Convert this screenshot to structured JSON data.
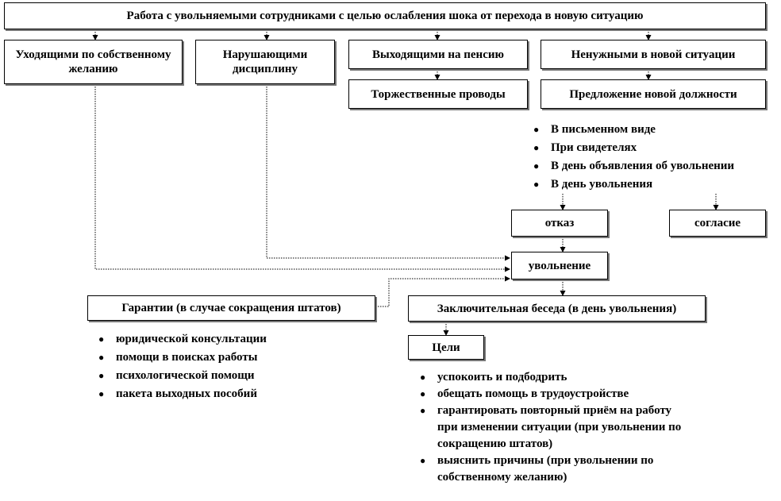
{
  "title": "Работа с увольняемыми сотрудниками с целью ослабления шока от перехода в новую ситуацию",
  "categories": {
    "voluntary": "Уходящими по собственному желанию",
    "violators": "Нарушающими дисциплину",
    "retiring": "Выходящими на пенсию",
    "unneeded": "Ненужными в новой ситуации"
  },
  "retiring_action": "Торжественные проводы",
  "unneeded_action": "Предложение новой должности",
  "offer_conditions": [
    "В письменном виде",
    "При свидетелях",
    "В день объявления об увольнении",
    "В день увольнения"
  ],
  "refusal": "отказ",
  "consent": "согласие",
  "dismissal": "увольнение",
  "guarantees": {
    "title": "Гарантии (в случае сокращения штатов)",
    "items": [
      "юридической консультации",
      "помощи в поисках работы",
      "психологической помощи",
      "пакета выходных пособий"
    ]
  },
  "final_talk": "Заключительная беседа (в день увольнения)",
  "goals": {
    "title": "Цели",
    "items": [
      "успокоить и подбодрить",
      "обещать помощь в трудоустройстве",
      "гарантировать повторный приём на работу при изменении ситуации (при увольнении по сокращению штатов)",
      "выяснить причины (при увольнении по собственному желанию)"
    ]
  }
}
